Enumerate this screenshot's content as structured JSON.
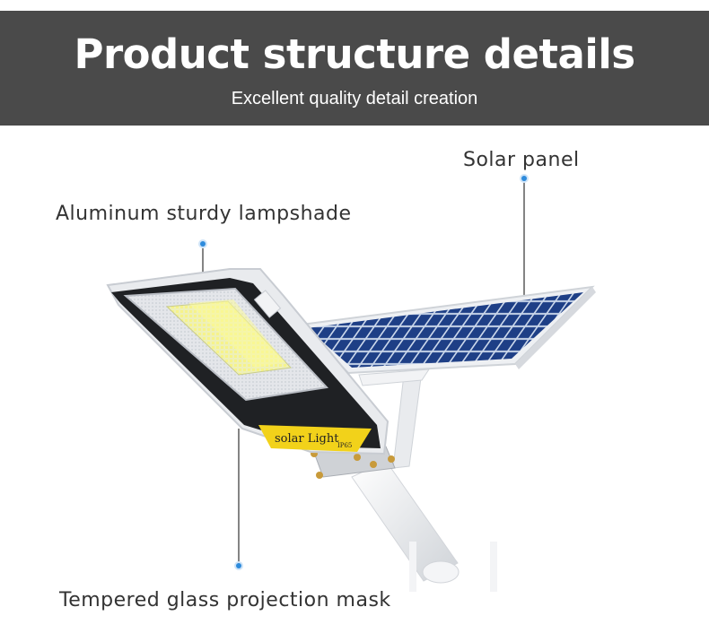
{
  "banner": {
    "title": "Product structure details",
    "subtitle": "Excellent quality detail creation"
  },
  "callouts": {
    "solar_panel": "Solar panel",
    "lampshade": "Aluminum sturdy lampshade",
    "glass_mask": "Tempered glass projection mask"
  },
  "product": {
    "nameplate_text": "solar Light",
    "nameplate_rating": "IP65"
  },
  "colors": {
    "banner_bg": "#4a4a4a",
    "callout_dot": "#2e8bdc",
    "nameplate": "#f2d21a",
    "panel_cell": "#1e3f86"
  }
}
